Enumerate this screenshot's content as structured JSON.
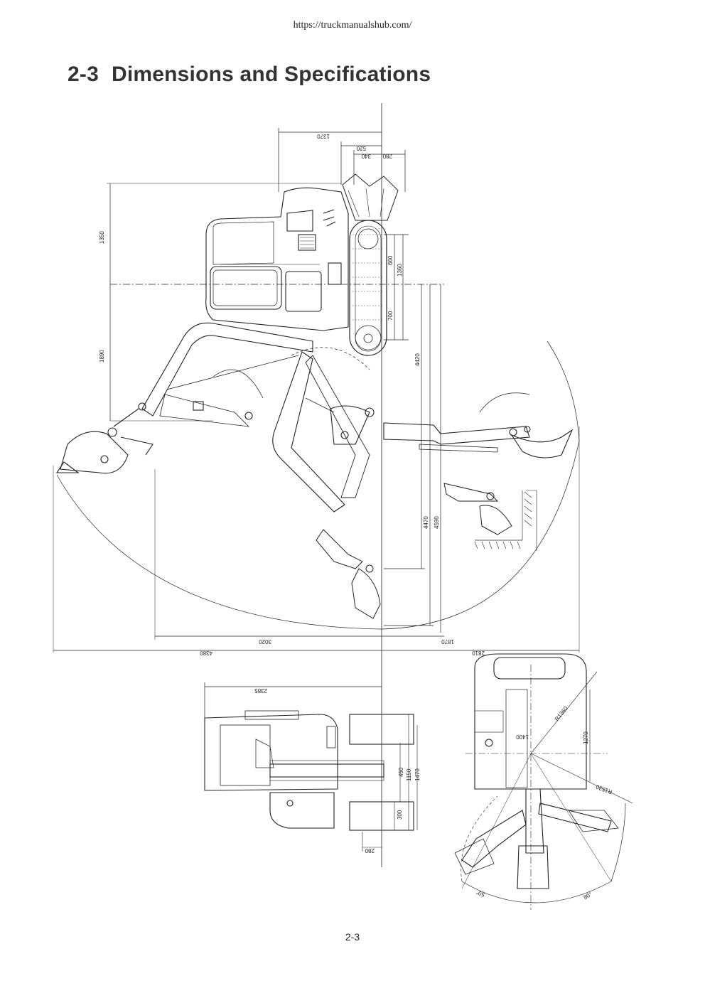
{
  "header": {
    "url": "https://truckmanualshub.com/"
  },
  "section": {
    "number": "2-3",
    "title": "Dimensions and Specifications"
  },
  "footer": {
    "page_number": "2-3"
  },
  "dimensions": {
    "d1370": "1370",
    "d520": "520",
    "d340": "340",
    "d280": "280",
    "d1350": "1350",
    "d1890": "1890",
    "d660": "660",
    "d1360": "1360",
    "d700": "700",
    "d4420": "4420",
    "d4470": "4470",
    "d4590": "4590",
    "d3020": "3020",
    "d4380": "4380",
    "d1870": "1870",
    "d2810": "2810",
    "d2385": "2385",
    "d450": "450",
    "d1150": "1150",
    "d1470": "1470",
    "d300": "300",
    "d280b": "280",
    "dR1360": "R1360",
    "d1400": "1400",
    "d1270": "1270",
    "dR1530": "R1530",
    "d80": "80°",
    "d50": "50°"
  }
}
